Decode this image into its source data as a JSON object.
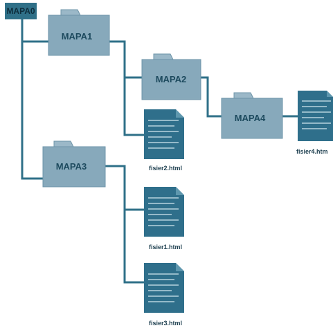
{
  "diagram": {
    "root": {
      "label": "MAPA0"
    },
    "folders": {
      "mapa1": {
        "label": "MAPA1"
      },
      "mapa2": {
        "label": "MAPA2"
      },
      "mapa3": {
        "label": "MAPA3"
      },
      "mapa4": {
        "label": "MAPA4"
      }
    },
    "files": {
      "fisier1": {
        "label": "fisier1.html"
      },
      "fisier2": {
        "label": "fisier2.html"
      },
      "fisier3": {
        "label": "fisier3.html"
      },
      "fisier4": {
        "label": "fisier4.htm"
      }
    },
    "colors": {
      "connector": "#2f7088",
      "root_box": "#2f7088",
      "folder_body": "#87a9bb",
      "folder_tab": "#9bb8c8",
      "folder_stroke": "#6e94a8",
      "file_body": "#2f6f8b",
      "file_fold": "#5e97ae",
      "file_lines": "#b7d3de"
    }
  }
}
